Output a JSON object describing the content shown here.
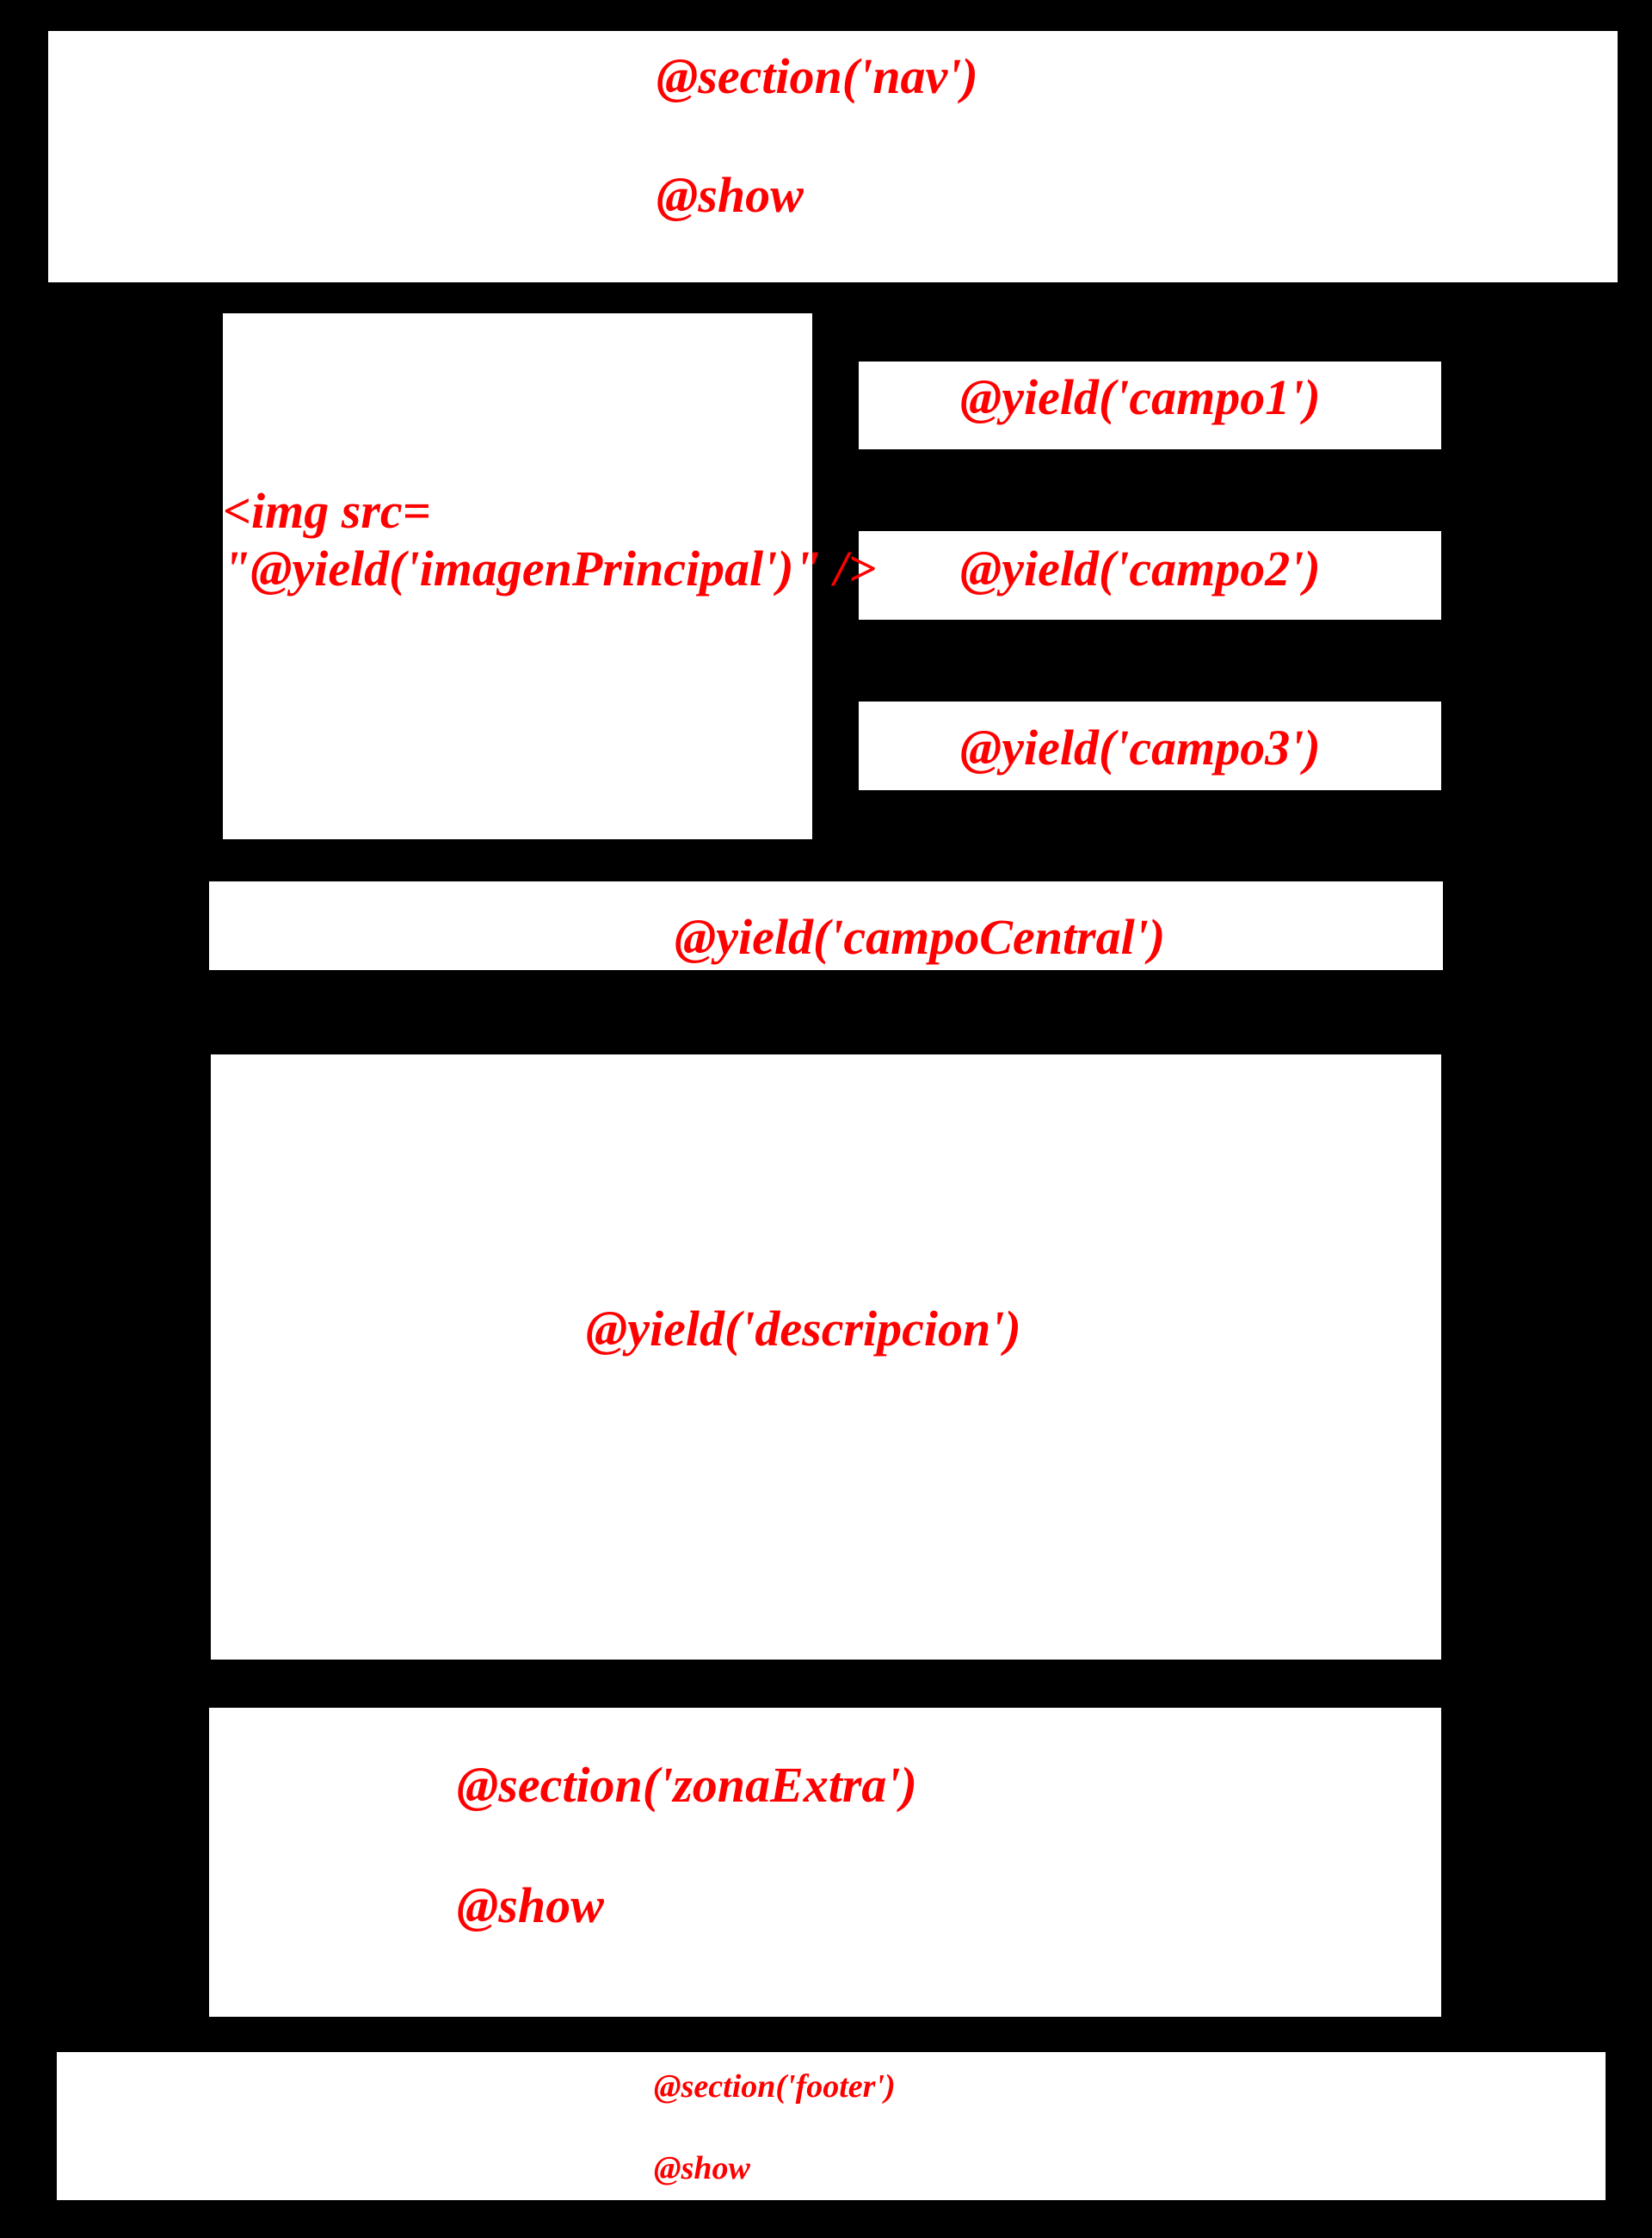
{
  "colors": {
    "background": "#000000",
    "box": "#ffffff",
    "text": "#ff0000"
  },
  "nav": {
    "line1": "@section('nav')",
    "line2": "@show"
  },
  "image": {
    "line1": "<img src=",
    "line2": "\"@yield('imagenPrincipal')\" />"
  },
  "campos": {
    "campo1": "@yield('campo1')",
    "campo2": "@yield('campo2')",
    "campo3": "@yield('campo3')"
  },
  "campo_central": "@yield('campoCentral')",
  "descripcion": "@yield('descripcion')",
  "zona_extra": {
    "line1": "@section('zonaExtra')",
    "line2": "@show"
  },
  "footer": {
    "line1": "@section('footer')",
    "line2": "@show"
  }
}
